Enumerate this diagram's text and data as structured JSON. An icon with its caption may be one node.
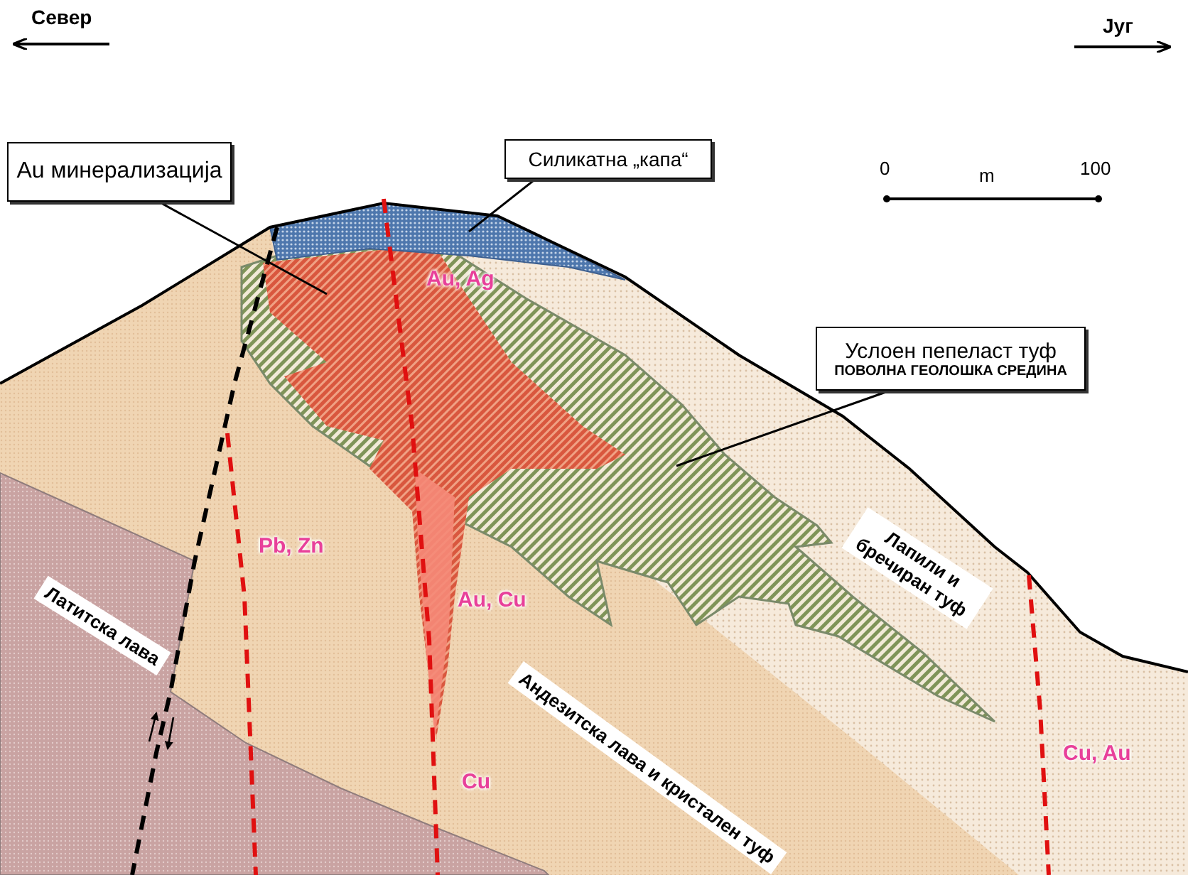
{
  "diagram": {
    "nodes": [
      {
        "text": [
          "Au минерализација"
        ]
      },
      {
        "text": [
          "Силикатна „капа“"
        ]
      },
      {
        "text": [
          "Услоен пепеласт туф",
          "ПОВОЛНА ГЕОЛОШКА СРЕДИНА"
        ]
      }
    ],
    "edges": [
      {
        "from": 0,
        "to": null,
        "arrow": "none"
      },
      {
        "from": 1,
        "to": null,
        "arrow": "none"
      },
      {
        "from": 2,
        "to": null,
        "arrow": "none"
      }
    ],
    "labels": [
      "Север",
      "Југ",
      "0",
      "m",
      "100",
      "Au, Ag",
      "Pb, Zn",
      "Au, Cu",
      "Латитска лава",
      "Лапили и бречиран туф",
      "Cu",
      "Андезитска лава и кристален туф",
      "Cu, Au"
    ]
  }
}
